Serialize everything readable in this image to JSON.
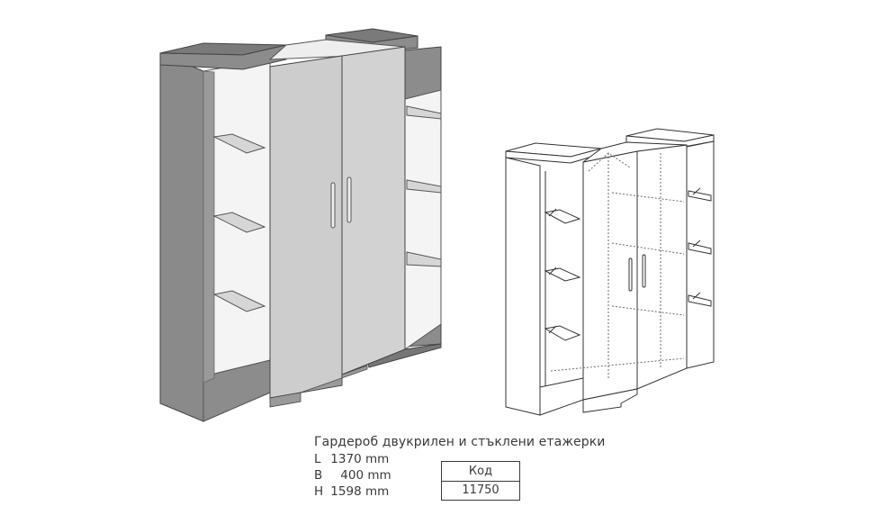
{
  "product": {
    "title": "Гардероб двукрилен и стъклени етажерки",
    "dimensions": [
      {
        "key": "L",
        "value": "1370 mm"
      },
      {
        "key": "B",
        "value": "400 mm"
      },
      {
        "key": "H",
        "value": "1598 mm"
      }
    ],
    "code_label": "Код",
    "code_value": "11750"
  },
  "colors": {
    "frame": "#8c8c8c",
    "frame_dark": "#6f6f6f",
    "top": "#7a7a7a",
    "door": "#cdcdcd",
    "interior": "#f4f4f4",
    "outline": "#3a3a3a",
    "dotted": "#6a6a6a"
  }
}
